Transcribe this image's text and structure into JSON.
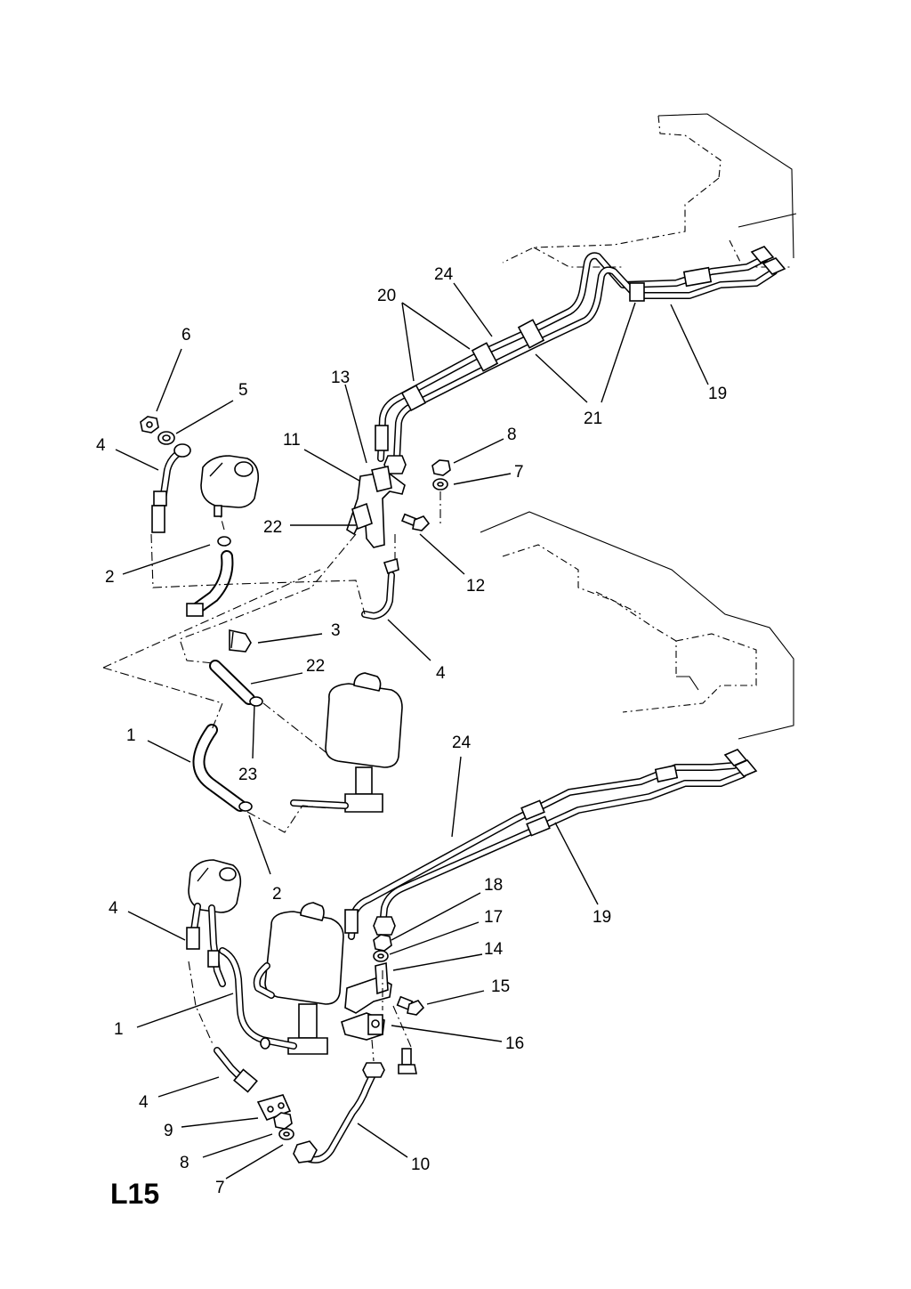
{
  "diagram_code": "L15",
  "callouts": {
    "c6": "6",
    "c5": "5",
    "c4a": "4",
    "c2a": "2",
    "c13": "13",
    "c11": "11",
    "c22a": "22",
    "c20": "20",
    "c24a": "24",
    "c8a": "8",
    "c7a": "7",
    "c12": "12",
    "c21": "21",
    "c19a": "19",
    "c3": "3",
    "c4b": "4",
    "c22b": "22",
    "c1a": "1",
    "c23": "23",
    "c2b": "2",
    "c24b": "24",
    "c19b": "19",
    "c4c": "4",
    "c1b": "1",
    "c18": "18",
    "c17": "17",
    "c14": "14",
    "c15": "15",
    "c16": "16",
    "c4d": "4",
    "c9": "9",
    "c8b": "8",
    "c7b": "7",
    "c10": "10"
  }
}
